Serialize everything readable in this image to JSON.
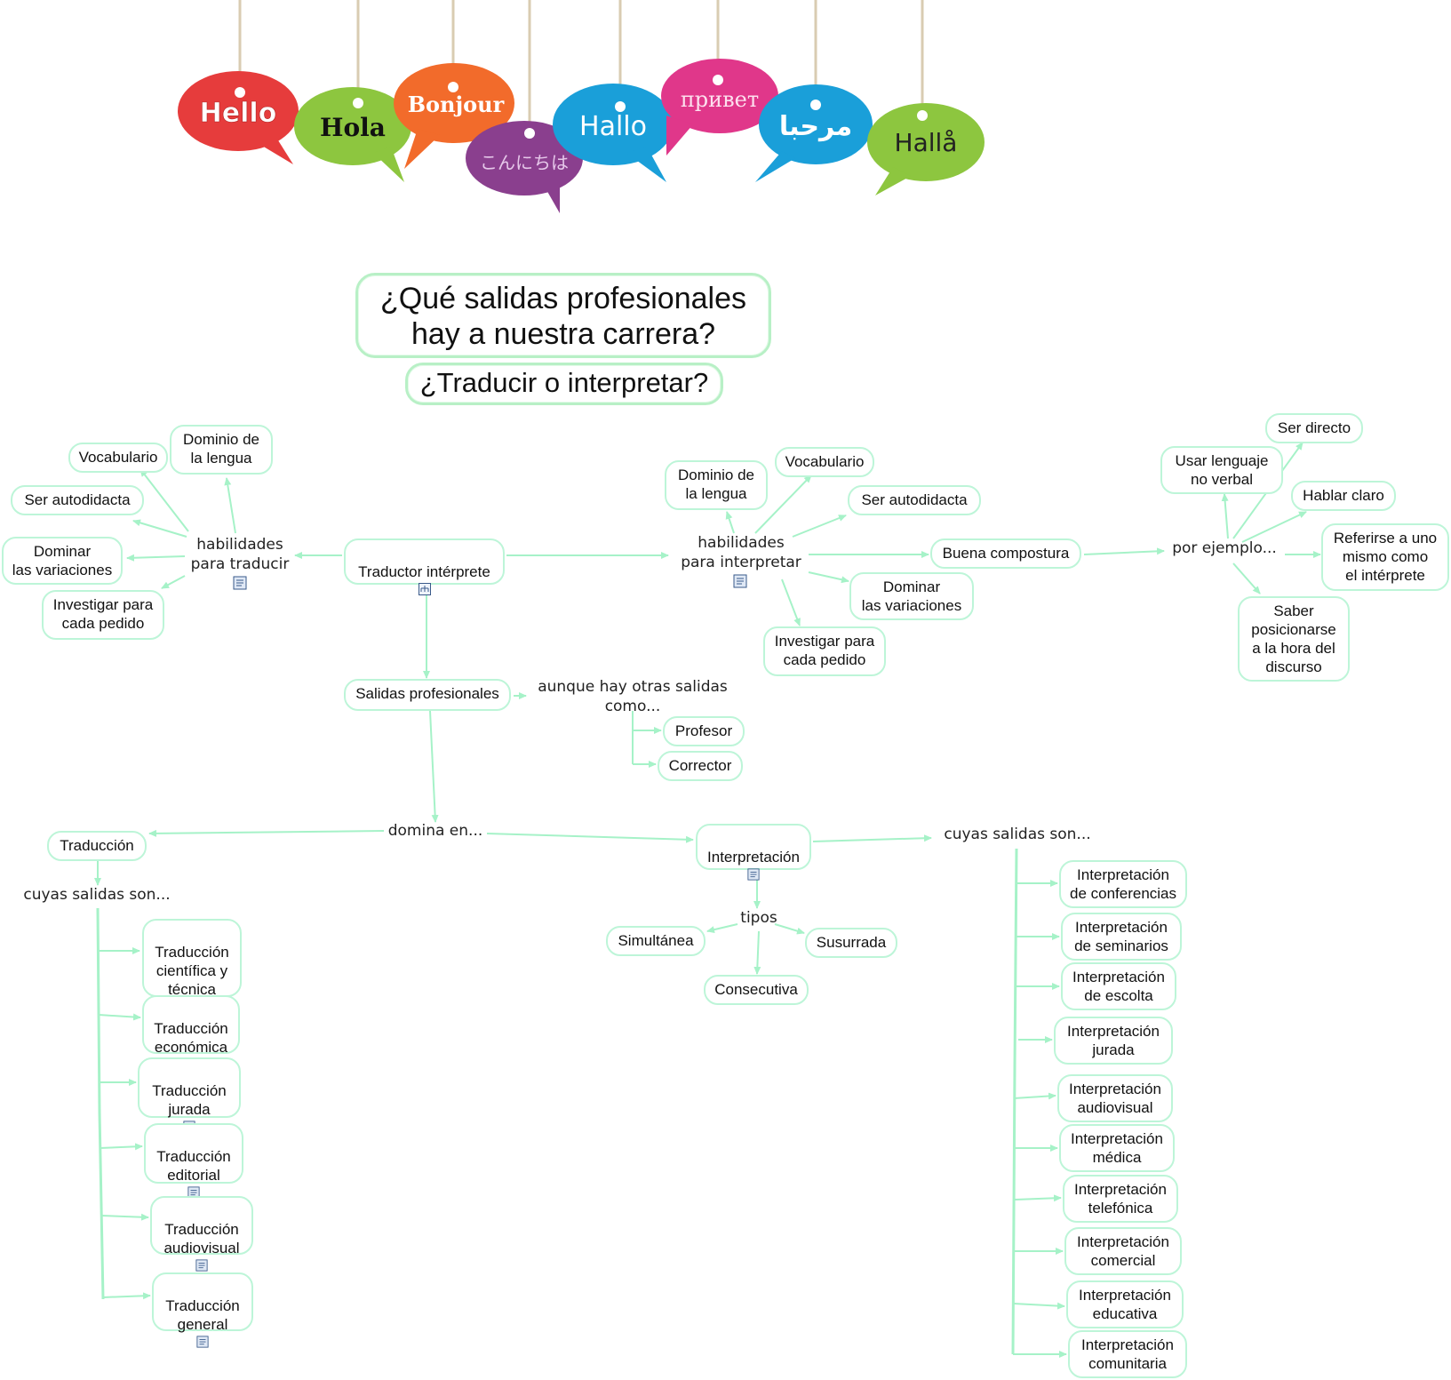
{
  "colors": {
    "line": "#a6f2c8",
    "border": "#bdf5d8",
    "title_border": "#b8f0c6"
  },
  "greetings": [
    "Hello",
    "Hola",
    "Bonjour",
    "こんにちは",
    "Hallo",
    "привет",
    "مرحبا",
    "Hallå"
  ],
  "title": {
    "main": "¿Qué salidas profesionales\nhay a nuestra carrera?",
    "sub": "¿Traducir o interpretar?"
  },
  "center": {
    "traductor": "Traductor intérprete",
    "salidas": "Salidas profesionales",
    "otras": "aunque hay otras salidas\ncomo...",
    "profesor": "Profesor",
    "corrector": "Corrector",
    "domina": "domina en..."
  },
  "hab_traducir": {
    "label": "habilidades\npara traducir",
    "items": [
      "Vocabulario",
      "Dominio de\nla lengua",
      "Ser autodidacta",
      "Dominar\nlas variaciones",
      "Investigar para\ncada pedido"
    ]
  },
  "hab_interpretar": {
    "label": "habilidades\npara interpretar",
    "items": [
      "Dominio de\nla lengua",
      "Vocabulario",
      "Ser autodidacta",
      "Dominar\nlas variaciones",
      "Investigar para\ncada pedido"
    ],
    "compostura": "Buena compostura",
    "ejemplo": "por ejemplo...",
    "ejemplos": [
      "Usar lenguaje\nno verbal",
      "Ser directo",
      "Hablar claro",
      "Referirse a uno\nmismo como\nel intérprete",
      "Saber\nposicionarse\na la hora del\ndiscurso"
    ]
  },
  "traduccion": {
    "label": "Traducción",
    "salidas_label": "cuyas salidas son...",
    "items": [
      "Traducción\ncientífica y\ntécnica",
      "Traducción\neconómica",
      "Traducción\njurada",
      "Traducción\neditorial",
      "Traducción\naudiovisual",
      "Traducción\ngeneral"
    ]
  },
  "interpretacion": {
    "label": "Interpretación",
    "tipos_label": "tipos",
    "tipos": [
      "Simultánea",
      "Susurrada",
      "Consecutiva"
    ],
    "salidas_label": "cuyas salidas son...",
    "items": [
      "Interpretación\nde conferencias",
      "Interpretación\nde seminarios",
      "Interpretación\nde escolta",
      "Interpretación\njurada",
      "Interpretación\naudiovisual",
      "Interpretación\nmédica",
      "Interpretación\ntelefónica",
      "Interpretación\ncomercial",
      "Interpretación\neducativa",
      "Interpretación\ncomunitaria"
    ]
  }
}
